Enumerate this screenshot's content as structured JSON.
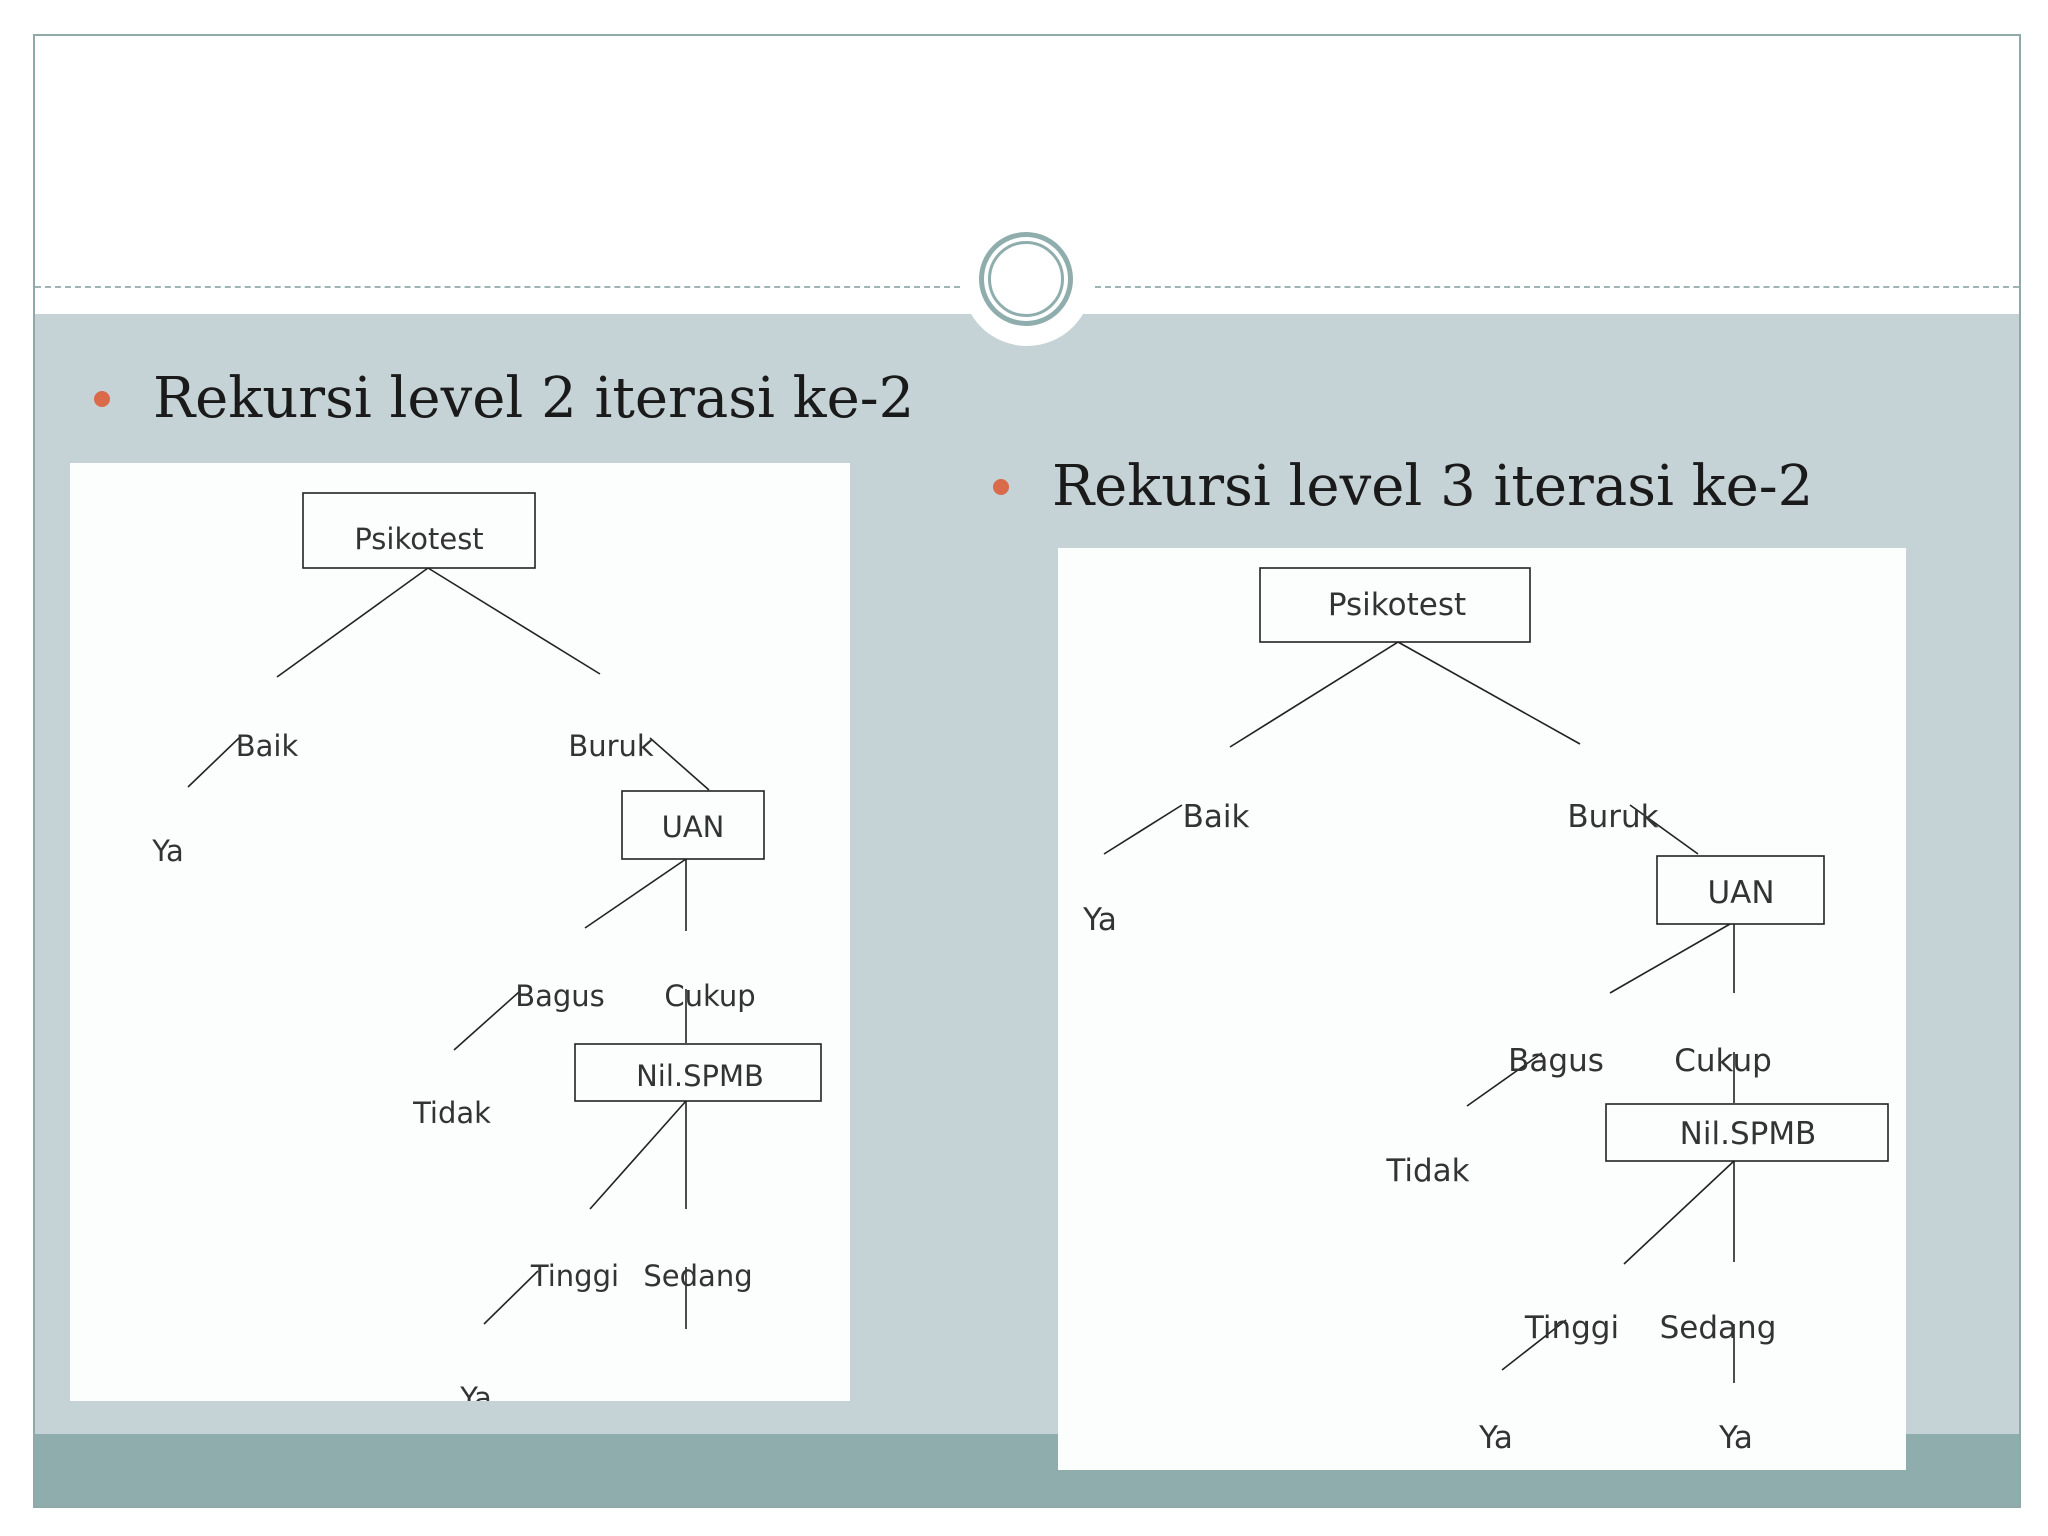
{
  "left": {
    "heading": "Rekursi level 2 iterasi ke-2",
    "tree": {
      "root": "Psikotest",
      "baik": "Baik",
      "buruk": "Buruk",
      "ya_baik": "Ya",
      "uan": "UAN",
      "bagus": "Bagus",
      "cukup": "Cukup",
      "tidak": "Tidak",
      "nilspmb": "Nil.SPMB",
      "tinggi": "Tinggi",
      "sedang": "Sedang",
      "ya_tinggi": "Ya"
    }
  },
  "right": {
    "heading": "Rekursi level 3 iterasi ke-2",
    "tree": {
      "root": "Psikotest",
      "baik": "Baik",
      "buruk": "Buruk",
      "ya_baik": "Ya",
      "uan": "UAN",
      "bagus": "Bagus",
      "cukup": "Cukup",
      "tidak": "Tidak",
      "nilspmb": "Nil.SPMB",
      "tinggi": "Tinggi",
      "sedang": "Sedang",
      "ya_tinggi": "Ya",
      "ya_sedang": "Ya"
    }
  },
  "colors": {
    "bullet": "#d96a4a",
    "band": "#c5d3d6",
    "footer": "#8fadad"
  }
}
